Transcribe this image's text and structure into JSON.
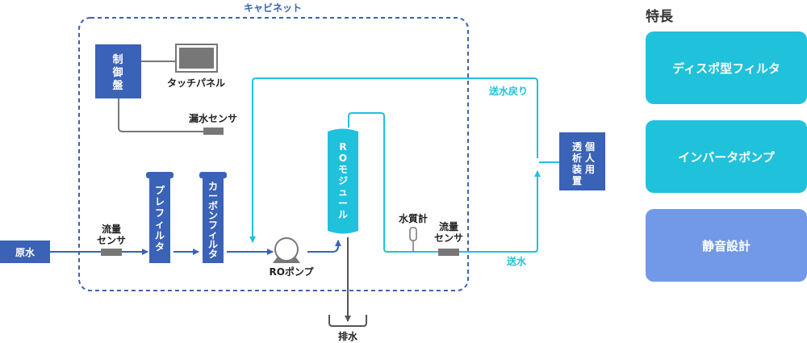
{
  "colors": {
    "blue": "#3a62b6",
    "cyan": "#20c1db",
    "gray": "#777777",
    "dark_gray": "#555555",
    "feature_cyan": "#20c1db",
    "feature_blue": "#7199e8"
  },
  "cabinet": {
    "label": "キャビネット"
  },
  "control_panel": {
    "label": [
      "制",
      "御",
      "盤"
    ]
  },
  "touch_panel": {
    "label": "タッチパネル"
  },
  "leak_sensor": {
    "label": "漏水センサ"
  },
  "raw_water": {
    "label": "原水"
  },
  "flow_sensor_in": {
    "label_line1": "流量",
    "label_line2": "センサ"
  },
  "pre_filter": {
    "label": [
      "プ",
      "レ",
      "フ",
      "ィ",
      "ル",
      "タ"
    ]
  },
  "carbon_filter": {
    "label": [
      "カ",
      "ー",
      "ボ",
      "ン",
      "フ",
      "ィ",
      "ル",
      "タ"
    ]
  },
  "ro_pump": {
    "label": "ROポンプ"
  },
  "ro_module": {
    "label": [
      "R",
      "O",
      "モ",
      "ジ",
      "ュ",
      "ー",
      "ル"
    ]
  },
  "drain": {
    "label": "排水"
  },
  "water_quality_meter": {
    "label": "水質計"
  },
  "flow_sensor_out": {
    "label_line1": "流量",
    "label_line2": "センサ"
  },
  "supply": {
    "label": "送水"
  },
  "supply_return": {
    "label": "送水戻り"
  },
  "dialysis_device": {
    "col1": [
      "個",
      "人",
      "用"
    ],
    "col2": [
      "透",
      "析",
      "装",
      "置"
    ]
  },
  "features": {
    "title": "特長",
    "items": [
      {
        "label": "ディスポ型フィルタ"
      },
      {
        "label": "インバータポンプ"
      },
      {
        "label": "静音設計"
      }
    ]
  }
}
